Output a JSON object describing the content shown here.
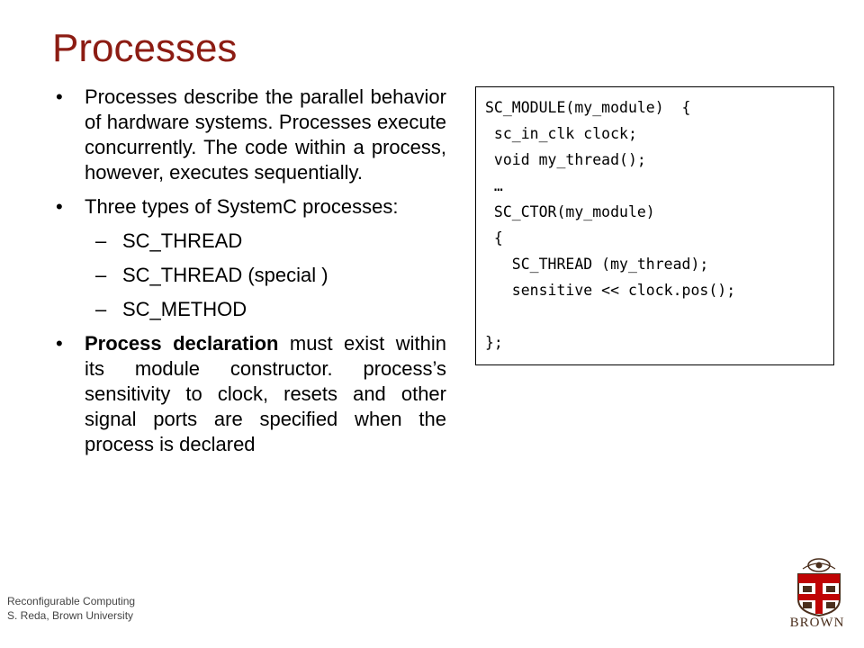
{
  "slide": {
    "title": "Processes",
    "bullets": [
      {
        "marker": "•",
        "text": "Processes describe the parallel behavior of hardware systems. Processes execute concurrently. The code within a process, however, executes sequentially."
      },
      {
        "marker": "•",
        "text": "Three types of SystemC processes:",
        "subitems": [
          {
            "marker": "–",
            "text": "SC_THREAD"
          },
          {
            "marker": "–",
            "text": "SC_THREAD (special )"
          },
          {
            "marker": "–",
            "text": "SC_METHOD"
          }
        ]
      },
      {
        "marker": "•",
        "bold": "Process declaration",
        "text": " must exist within its module constructor. process’s sensitivity to clock, resets and other signal ports are specified when the process is declared"
      }
    ],
    "code_lines": [
      "SC_MODULE(my_module)  {",
      " sc_in_clk clock;",
      " void my_thread();",
      " …",
      " SC_CTOR(my_module)",
      " {",
      "   SC_THREAD (my_thread);",
      "   sensitive << clock.pos();",
      "",
      "};"
    ]
  },
  "footer": {
    "line1": "Reconfigurable Computing",
    "line2": "S. Reda, Brown University"
  },
  "logo": {
    "word": "BROWN",
    "icon": "brown-university-shield-icon"
  },
  "colors": {
    "title": "#8c1c13",
    "brown_red": "#c00404",
    "brown_dark": "#4a2e1c"
  }
}
